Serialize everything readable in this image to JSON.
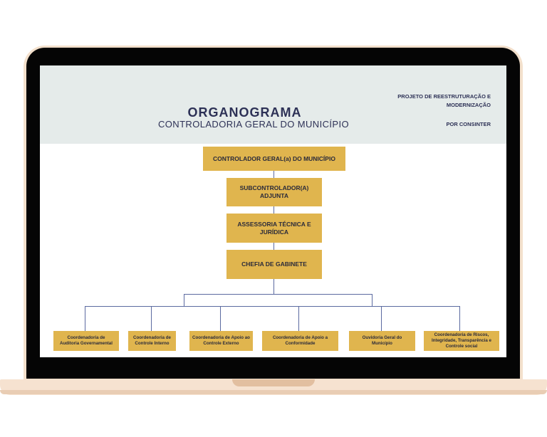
{
  "header": {
    "title": "ORGANOGRAMA",
    "subtitle": "CONTROLADORIA GERAL DO MUNICÍPIO",
    "project_line1": "PROJETO DE REESTRUTURAÇÃO E",
    "project_line2": "MODERNIZAÇÃO",
    "author": "POR CONSINTER"
  },
  "org": {
    "controlador": "CONTROLADOR GERAL(a) DO MUNICÍPIO",
    "subcontrolador": [
      "SUBCONTROLADOR(A)",
      "ADJUNTA"
    ],
    "assessoria": [
      "ASSESSORIA TÉCNICA E",
      "JURÍDICA"
    ],
    "chefia": "CHEFIA DE GABINETE",
    "coordenadorias": [
      [
        "Coordenadoria de",
        "Auditoria Governamental"
      ],
      [
        "Coordenadoria de",
        "Controle Interno"
      ],
      [
        "Coordenadoria  de Apoio ao",
        "Controle Externo"
      ],
      [
        "Coordenadoria de Apoio a",
        "Conformidade"
      ],
      [
        "Ouvidoria Geral do",
        "Município"
      ],
      [
        "Coordenadoria de Riscos,",
        "Integridade, Transparência e",
        "Controle social"
      ]
    ]
  },
  "colors": {
    "box": "#e0b54e",
    "header_band": "#e5ebea",
    "title_text": "#2d3156",
    "connector": "#5b6aa0",
    "bezel": "#050505",
    "laptop_body": "#f3e0cc"
  }
}
